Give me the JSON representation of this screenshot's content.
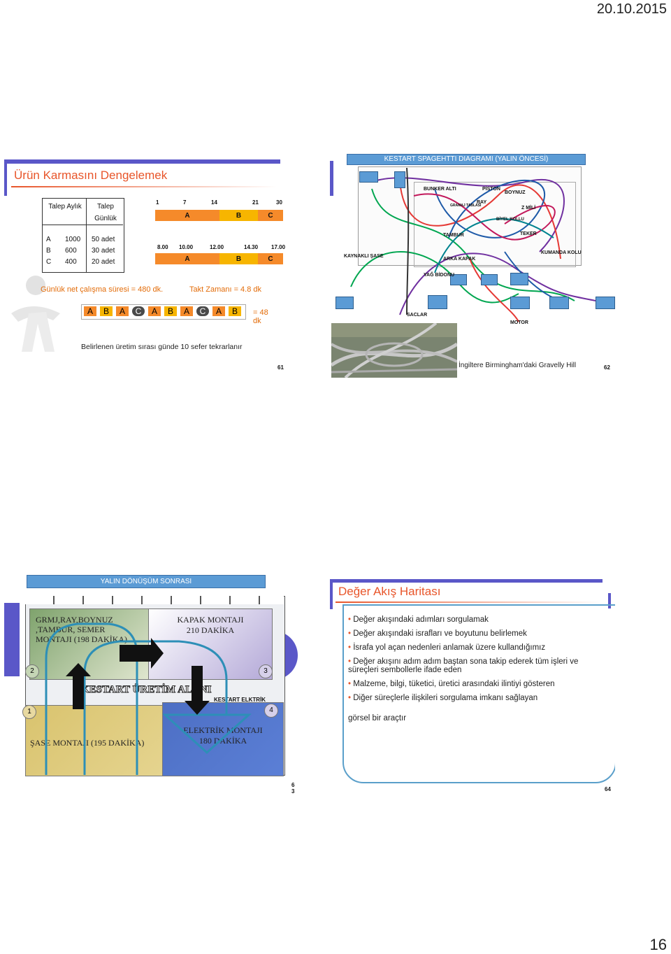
{
  "header_date": "20.10.2015",
  "page_number": "16",
  "slide61": {
    "title": "Ürün Karmasını Dengelemek",
    "table_headers": [
      "Talep Aylık",
      "Talep Günlük"
    ],
    "rows": [
      {
        "product": "A",
        "monthly": "1000",
        "daily": "50 adet"
      },
      {
        "product": "B",
        "monthly": "600",
        "daily": "30 adet"
      },
      {
        "product": "C",
        "monthly": "400",
        "daily": "20 adet"
      }
    ],
    "day_ticks": [
      "1",
      "7",
      "14",
      "21",
      "30"
    ],
    "time_ticks": [
      "8.00",
      "10.00",
      "12.00",
      "14.30",
      "17.00"
    ],
    "bar_labels": [
      "A",
      "B",
      "C"
    ],
    "net_time": "Günlük net çalışma süresi = 480 dk.",
    "takt": "Takt Zamanı = 4.8 dk",
    "sequence": [
      "A",
      "B",
      "A",
      "C",
      "A",
      "B",
      "A",
      "C",
      "A",
      "B"
    ],
    "total": "= 48 dk",
    "note": "Belirlenen üretim sırası günde 10 sefer tekrarlanır",
    "number": "61"
  },
  "slide62": {
    "title": "KESTART SPAGEHTTI DIAGRAMI (YALIN ÖNCESİ)",
    "labels": {
      "bunker": "BUNKER ALTI",
      "piston": "PİSTON",
      "boyniz": "BOYNUZ",
      "ray": "RAY",
      "gramaj": "GRAMAJ TABLASI",
      "zmili": "Z MİLİ",
      "biyel": "BİYEL KOLLU",
      "tambur": "TAMBUR",
      "teker": "TEKER",
      "kumanda": "KUMANDA KOLU",
      "kaynakli": "KAYNAKLI ŞASE",
      "arka": "ARKA KAPAK",
      "yag": "YAĞ BİDONU",
      "saclar": "SACLAR",
      "motor": "MOTOR"
    },
    "caption": "İngiltere Birmingham'daki Gravelly Hill",
    "number": "62"
  },
  "slide63": {
    "title": "YALIN DÖNÜŞÜM SONRASI",
    "box1": "GRMJ,RAY,BOYNUZ ,TAMBUR, SEMER MONTAJI (198 DAKİKA)",
    "box2_line1": "KAPAK MONTAJI",
    "box2_line2": "210 DAKİKA",
    "box3": "ŞASE MONTAJI (195 DAKİKA)",
    "box4_line1": "ELEKTRİK MONTAJI",
    "box4_line2": "180 DAKİKA",
    "center": "KESTART ÜRETİM ALANI",
    "center_small": "KESTART ELKTRİK",
    "circles": [
      "1",
      "2",
      "3",
      "4"
    ],
    "number_top": "6",
    "number_bottom": "3"
  },
  "slide64": {
    "title": "Değer Akış Haritası",
    "bullets": [
      "Değer akışındaki adımları sorgulamak",
      "Değer akışındaki israfları ve boyutunu belirlemek",
      "İsrafa yol açan nedenleri anlamak üzere kullandığımız",
      "Değer akışını adım adım baştan sona takip ederek tüm işleri ve süreçleri sembollerle ifade eden",
      "Malzeme, bilgi, tüketici, üretici arasındaki ilintiyi gösteren",
      "Diğer süreçlerle ilişkileri sorgulama imkanı sağlayan"
    ],
    "tail": "görsel bir araçtır",
    "number": "64"
  },
  "colors": {
    "title_orange": "#e8552a",
    "header_blue": "#5b9bd5",
    "accent_purple": "#5a57c8"
  }
}
